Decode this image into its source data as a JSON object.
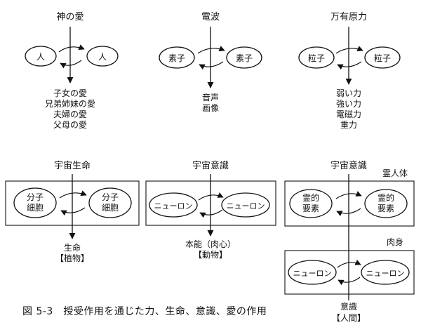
{
  "panels": {
    "love": {
      "title": "神の愛",
      "left": "人",
      "right": "人",
      "outcomes": [
        "子女の愛",
        "兄弟姉妹の愛",
        "夫婦の愛",
        "父母の愛"
      ]
    },
    "wave": {
      "title": "電波",
      "left": "素子",
      "right": "素子",
      "outcomes": [
        "音声",
        "画像"
      ]
    },
    "force": {
      "title": "万有原力",
      "left": "粒子",
      "right": "粒子",
      "outcomes": [
        "弱い力",
        "強い力",
        "電磁力",
        "重力"
      ]
    },
    "life": {
      "title": "宇宙生命",
      "left": [
        "分子",
        "細胞"
      ],
      "right": [
        "分子",
        "細胞"
      ],
      "outcomes": [
        "生命",
        "【植物】"
      ]
    },
    "animal": {
      "title": "宇宙意識",
      "left": "ニューロン",
      "right": "ニューロン",
      "outcomes": [
        "本能（肉心）",
        "【動物】"
      ]
    },
    "human": {
      "title": "宇宙意識",
      "spirit_label": "霊人体",
      "spirit_left": [
        "霊的",
        "要素"
      ],
      "spirit_right": [
        "霊的",
        "要素"
      ],
      "body_label": "肉身",
      "body_left": "ニューロン",
      "body_right": "ニューロン",
      "outcomes": [
        "意識",
        "【人間】"
      ]
    }
  },
  "caption": "図 5-3　授受作用を通じた力、生命、意識、愛の作用"
}
